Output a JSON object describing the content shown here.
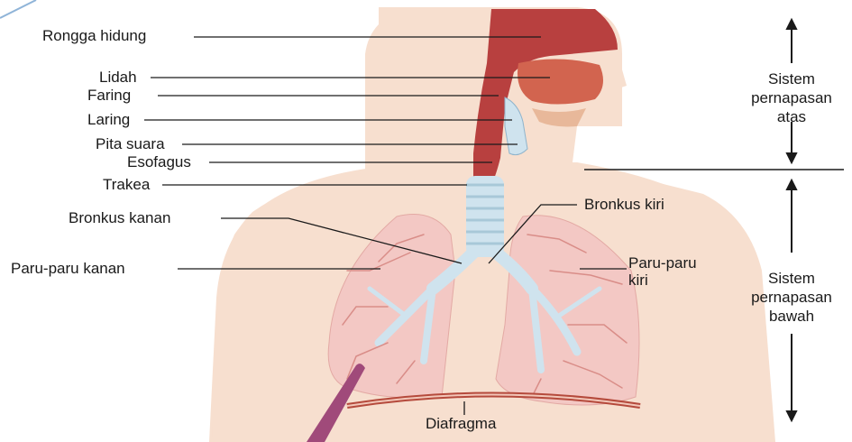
{
  "labels": {
    "rongga_hidung": "Rongga hidung",
    "lidah": "Lidah",
    "faring": "Faring",
    "laring": "Laring",
    "pita_suara": "Pita suara",
    "esofagus": "Esofagus",
    "trakea": "Trakea",
    "bronkus_kanan": "Bronkus kanan",
    "paru_kanan": "Paru-paru kanan",
    "bronkus_kiri": "Bronkus kiri",
    "paru_kiri_1": "Paru-paru",
    "paru_kiri_2": "kiri",
    "diafragma": "Diafragma"
  },
  "sections": {
    "atas": [
      "Sistem",
      "pernapasan",
      "atas"
    ],
    "bawah": [
      "Sistem",
      "pernapasan",
      "bawah"
    ]
  },
  "colors": {
    "skin": "#f7dfcf",
    "lung": "#f3c8c4",
    "airway": "#cfe3ee",
    "cavity": "#b8403f",
    "diaphragm": "#b54a3c"
  }
}
